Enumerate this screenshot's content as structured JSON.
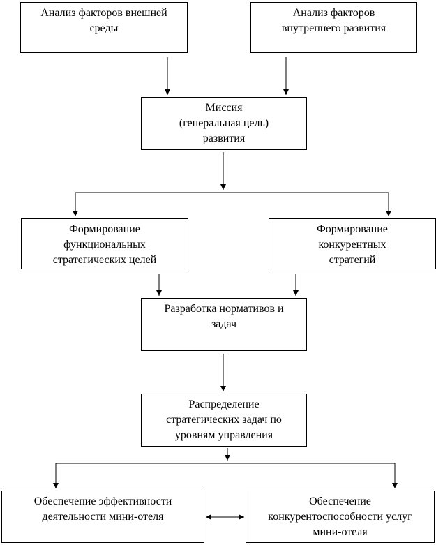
{
  "boxes": {
    "external_analysis": "Анализ факторов внешней\nсреды",
    "internal_analysis": "Анализ факторов\nвнутреннего развития",
    "mission": "Миссия\n(генеральная цель)\nразвития",
    "functional_goals": "Формирование\nфункциональных\nстратегических целей",
    "competitive_strategies": "Формирование\nконкурентных\nстратегий",
    "norms_tasks": "Разработка нормативов и\nзадач",
    "task_distribution": "Распределение\nстратегических задач по\nуровням управления",
    "efficiency": "Обеспечение эффективности\nдеятельности мини-отеля",
    "competitiveness": "Обеспечение\nконкурентоспособности услуг\nмини-отеля"
  },
  "colors": {
    "line": "#000000",
    "box_border": "#000000",
    "background": "#ffffff"
  }
}
